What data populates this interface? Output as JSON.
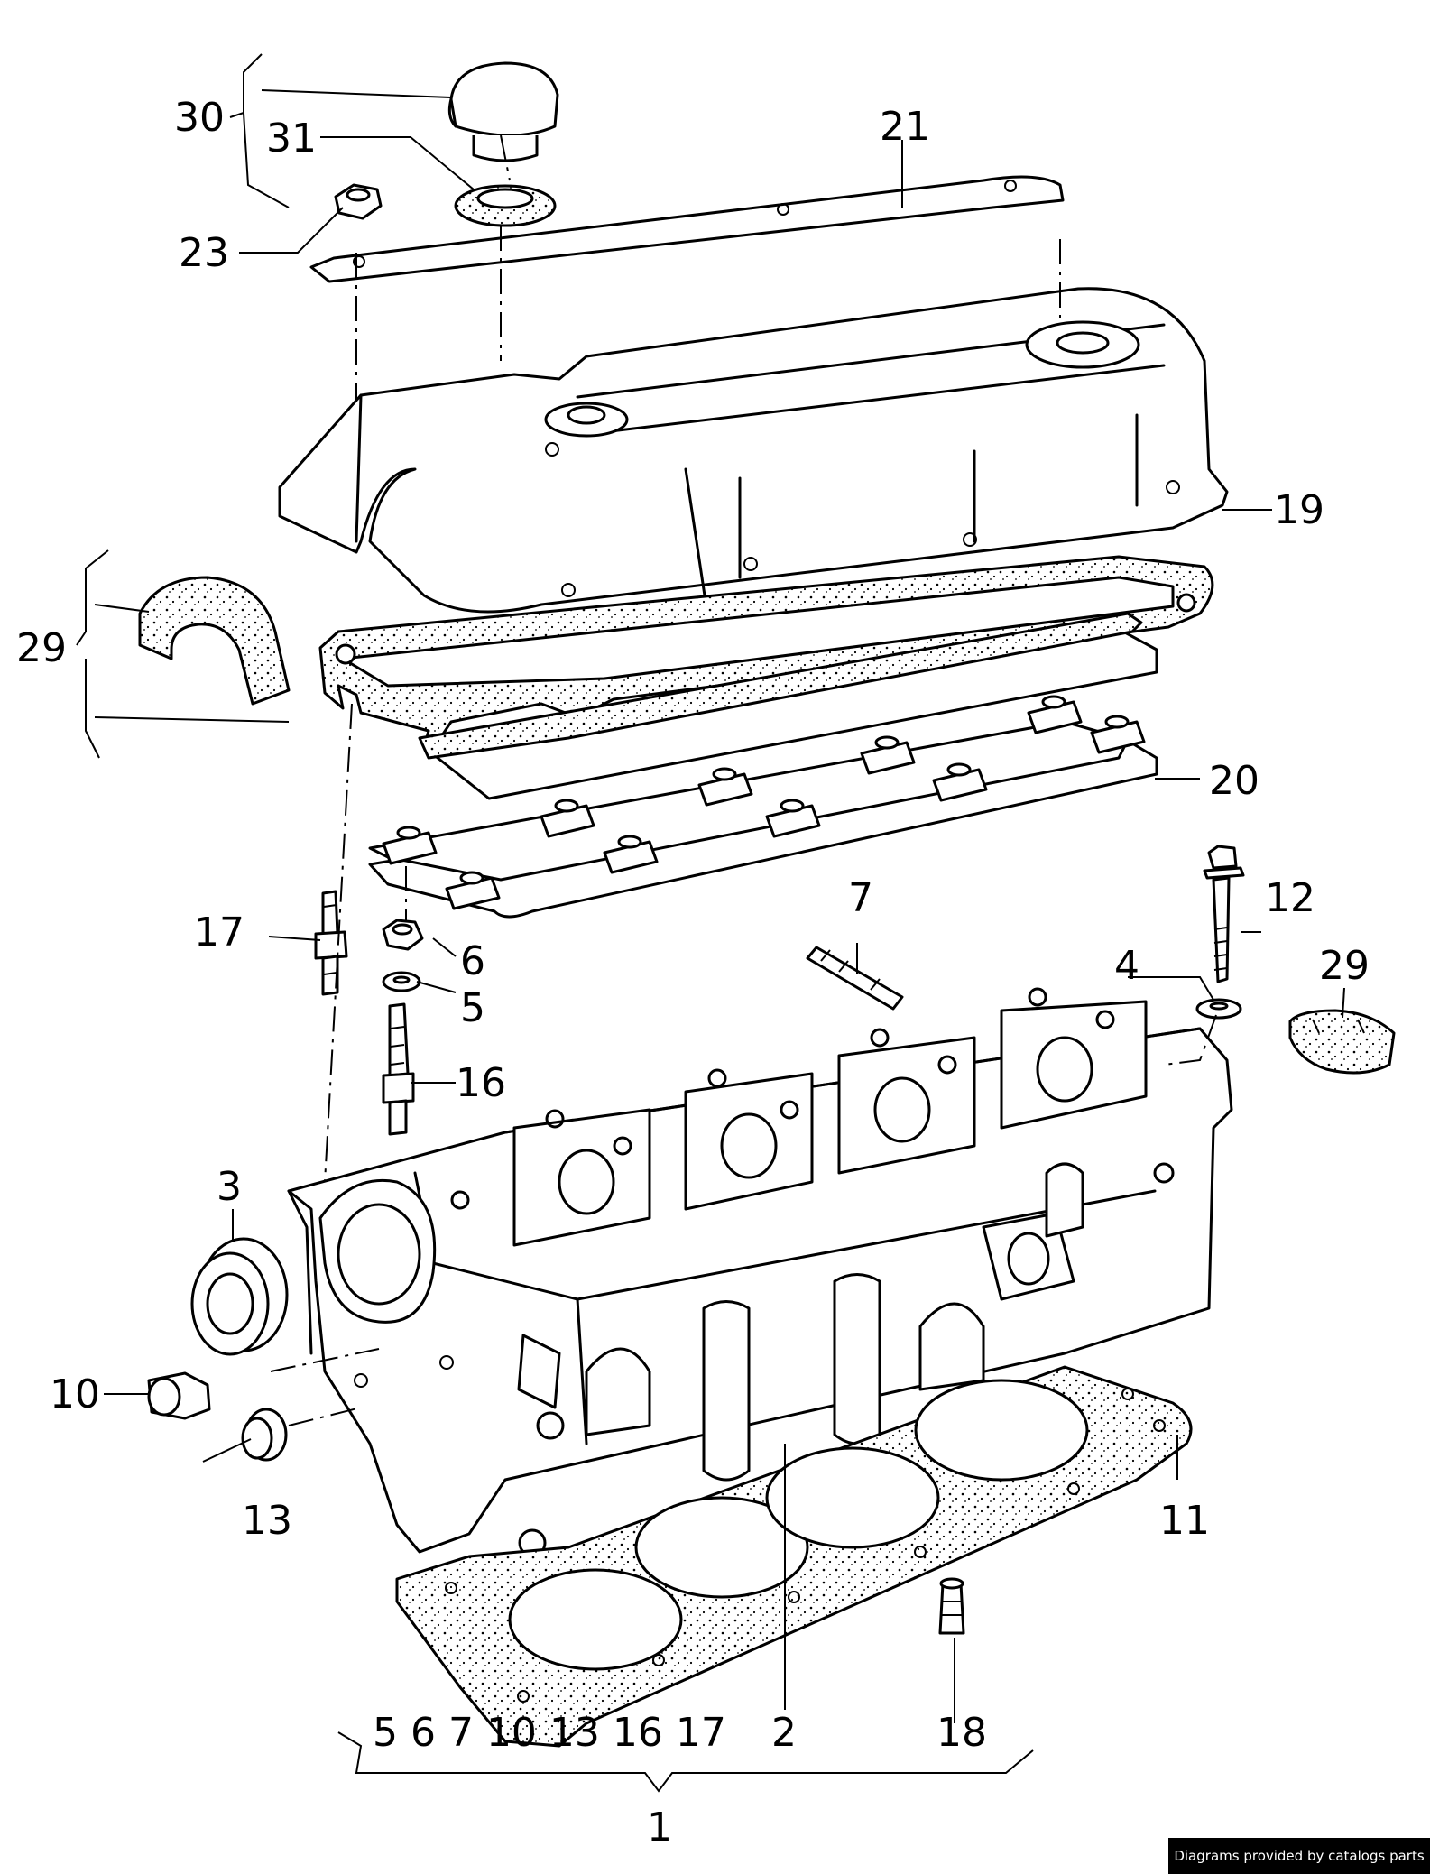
{
  "diagram": {
    "callouts": {
      "c1": "1",
      "c2": "2",
      "c3": "3",
      "c4": "4",
      "c5": "5",
      "c6": "6",
      "c7": "7",
      "c10": "10",
      "c11": "11",
      "c12": "12",
      "c13": "13",
      "c16": "16",
      "c17": "17",
      "c18": "18",
      "c19": "19",
      "c20": "20",
      "c21": "21",
      "c23": "23",
      "c29a": "29",
      "c29b": "29",
      "c30": "30",
      "c31": "31",
      "kit": "5 6 7 10 13 16 17"
    }
  },
  "credit": "Diagrams provided by catalogs parts"
}
